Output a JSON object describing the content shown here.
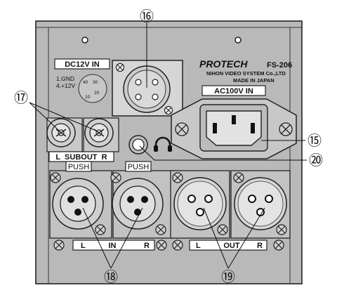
{
  "panel": {
    "dc_label": "DC12V IN",
    "dc_pin1": "1.GND",
    "dc_pin4": "4.+12V",
    "dc_num_40": "40",
    "dc_num_30": "30",
    "dc_num_10": "10",
    "dc_num_20": "20",
    "brand": "PROTECH",
    "model": "FS-206",
    "maker": "NIHON VIDEO SYSTEM Co.,LTD",
    "made_in": "MADE IN JAPAN",
    "ac_label": "AC100V IN",
    "subout_label": "L  SUBOUT  R",
    "push_1": "PUSH",
    "push_2": "PUSH",
    "in_L": "L",
    "in_mid": "IN",
    "in_R": "R",
    "out_L": "L",
    "out_mid": "OUT",
    "out_R": "R"
  },
  "callouts": {
    "c16": "⑯",
    "c17": "⑰",
    "c15": "⑮",
    "c20": "⑳",
    "c18": "⑱",
    "c19": "⑲"
  }
}
